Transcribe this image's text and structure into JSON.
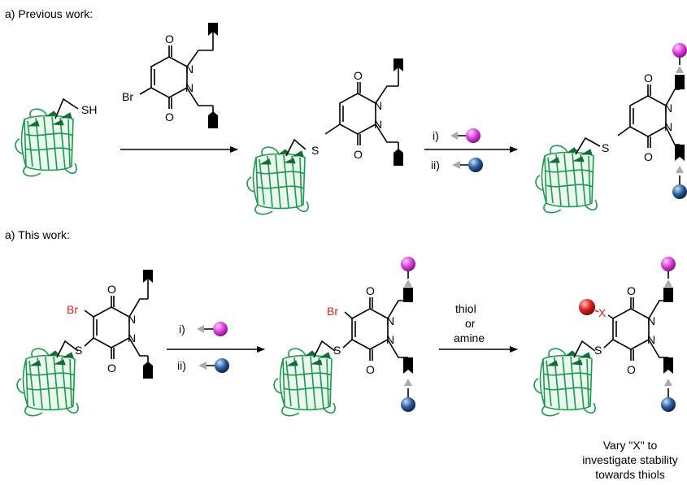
{
  "colors": {
    "protein": "#1a9a4a",
    "protein_dark": "#0f6e33",
    "pink": "#e040e0",
    "blue": "#2c5f9e",
    "red": "#e02020",
    "gray_arrow": "#aaaaaa"
  },
  "icons": {
    "protein": "protein-barrel-icon",
    "pink_bead": "pink-sphere-icon",
    "blue_bead": "blue-sphere-icon",
    "red_bead": "red-sphere-icon",
    "linker": "black-linker-icon"
  },
  "headers": {
    "previous": "a) Previous work:",
    "this": "a) This work:"
  },
  "atoms": {
    "sh": "SH",
    "s": "S",
    "o": "O",
    "n": "N",
    "br": "Br",
    "x": "X"
  },
  "steps": {
    "i": "i)",
    "ii": "ii)"
  },
  "conditions": {
    "line1": "thiol",
    "line2": "or",
    "line3": "amine"
  },
  "note": {
    "line1": "Vary \"X\" to",
    "line2": "investigate stability",
    "line3": "towards thiols"
  }
}
